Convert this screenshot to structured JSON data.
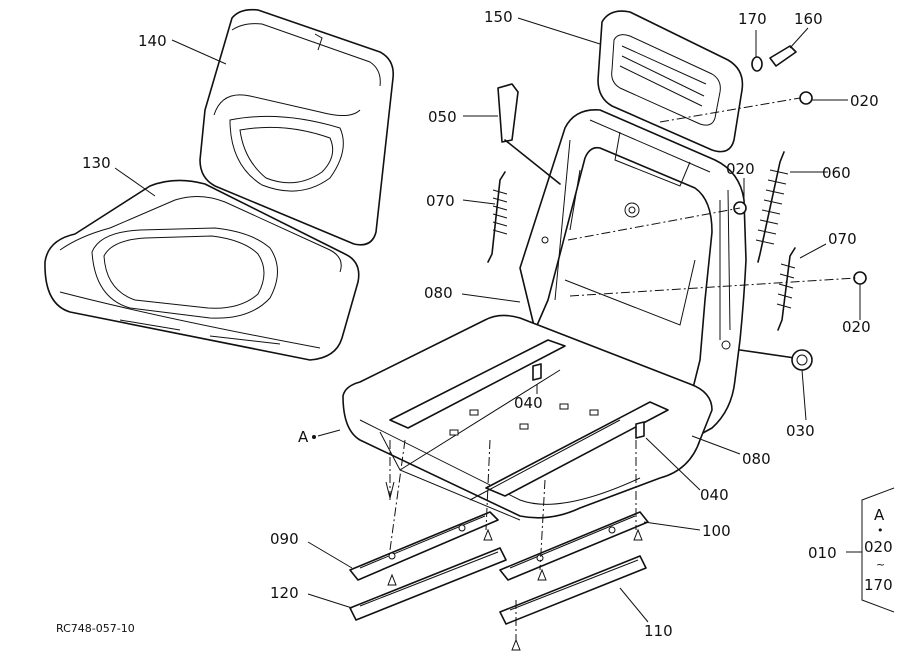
{
  "parts": {
    "p140": "140",
    "p130": "130",
    "p150": "150",
    "p170": "170",
    "p160": "160",
    "p020a": "020",
    "p050": "050",
    "p020b": "020",
    "p060": "060",
    "p070a": "070",
    "p070b": "070",
    "p080a": "080",
    "p020c": "020",
    "p040a": "040",
    "pA": "A",
    "p030": "030",
    "p080b": "080",
    "p040b": "040",
    "p090": "090",
    "p100": "100",
    "p120": "120",
    "p110": "110"
  },
  "legend": {
    "main": "010",
    "sub_a": "A",
    "sub_020": "020",
    "sub_170": "170",
    "dot": "•",
    "tilde": "~"
  },
  "reference": "RC748-057-10"
}
